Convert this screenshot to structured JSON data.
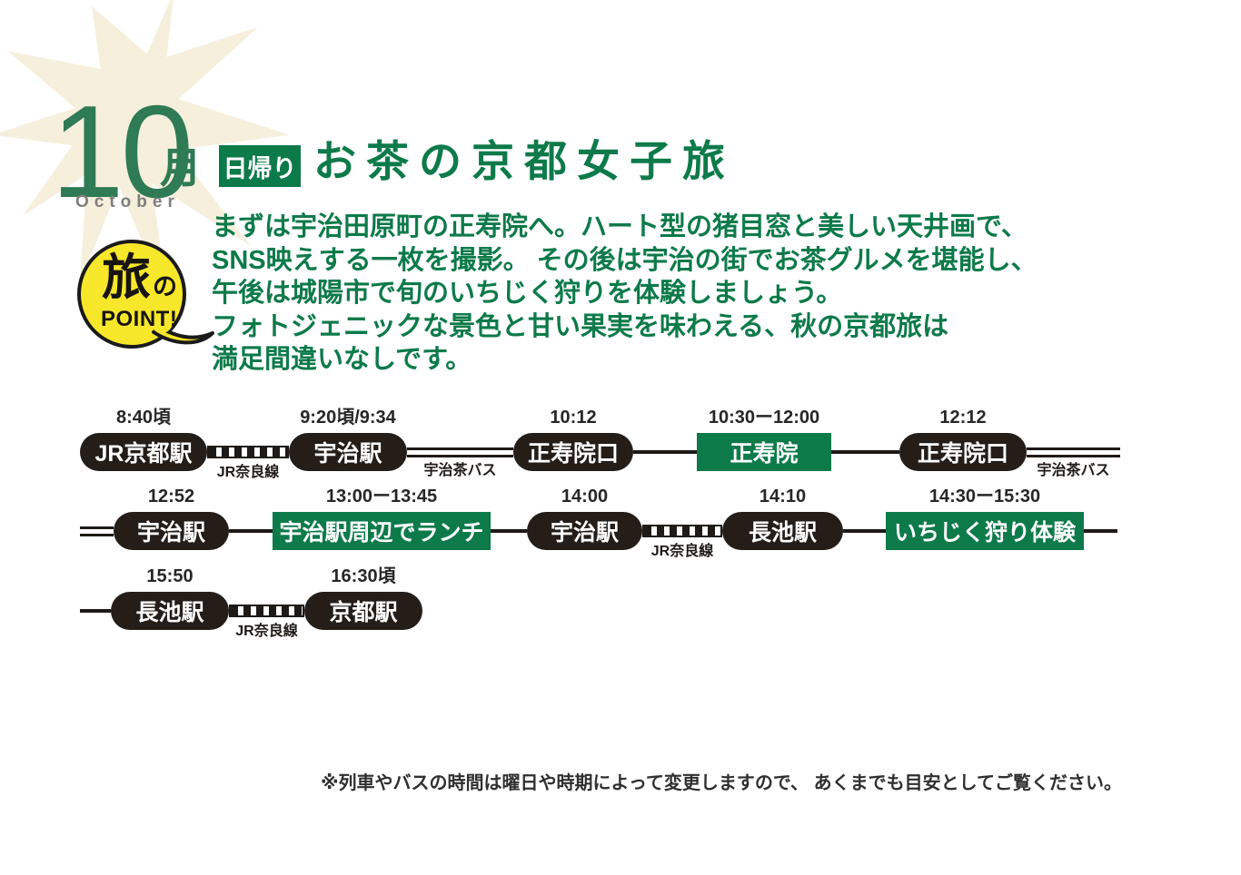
{
  "header": {
    "month_number": "10",
    "month_kanji": "月",
    "month_english": "October",
    "trip_type_badge": "日帰り",
    "title": "お茶の京都女子旅"
  },
  "point_bubble": {
    "large_kanji": "旅",
    "particle": "の",
    "point_text": "POINT!"
  },
  "description": {
    "lines": [
      "まずは宇治田原町の正寿院へ。ハート型の猪目窓と美しい天井画で、",
      "SNS映えする一枚を撮影。 その後は宇治の街でお茶グルメを堪能し、",
      "午後は城陽市で旬のいちじく狩りを体験しましょう。",
      "フォトジェニックな景色と甘い果実を味わえる、秋の京都旅は",
      "満足間違いなしです。"
    ]
  },
  "itinerary": {
    "rows": [
      {
        "segments": [
          {
            "kind": "stop",
            "shape": "pill",
            "name": "JR京都駅",
            "time": "8:40頃"
          },
          {
            "kind": "link",
            "style": "railway",
            "label": "JR奈良線"
          },
          {
            "kind": "stop",
            "shape": "pill",
            "name": "宇治駅",
            "time": "9:20頃/9:34"
          },
          {
            "kind": "link",
            "style": "double",
            "label": "宇治茶バス"
          },
          {
            "kind": "stop",
            "shape": "pill",
            "name": "正寿院口",
            "time": "10:12"
          },
          {
            "kind": "link",
            "style": "solid"
          },
          {
            "kind": "stop",
            "shape": "box",
            "name": "正寿院",
            "time": "10:30ー12:00"
          },
          {
            "kind": "link",
            "style": "solid"
          },
          {
            "kind": "stop",
            "shape": "pill",
            "name": "正寿院口",
            "time": "12:12"
          },
          {
            "kind": "link",
            "style": "double",
            "label": "宇治茶バス"
          }
        ]
      },
      {
        "segments": [
          {
            "kind": "link",
            "style": "double"
          },
          {
            "kind": "stop",
            "shape": "pill",
            "name": "宇治駅",
            "time": "12:52"
          },
          {
            "kind": "link",
            "style": "solid"
          },
          {
            "kind": "stop",
            "shape": "box",
            "name": "宇治駅周辺でランチ",
            "time": "13:00ー13:45"
          },
          {
            "kind": "link",
            "style": "solid"
          },
          {
            "kind": "stop",
            "shape": "pill",
            "name": "宇治駅",
            "time": "14:00"
          },
          {
            "kind": "link",
            "style": "railway",
            "label": "JR奈良線"
          },
          {
            "kind": "stop",
            "shape": "pill",
            "name": "長池駅",
            "time": "14:10"
          },
          {
            "kind": "link",
            "style": "solid"
          },
          {
            "kind": "stop",
            "shape": "box",
            "name": "いちじく狩り体験",
            "time": "14:30ー15:30"
          },
          {
            "kind": "link",
            "style": "solid"
          }
        ]
      },
      {
        "segments": [
          {
            "kind": "link",
            "style": "solid"
          },
          {
            "kind": "stop",
            "shape": "pill",
            "name": "長池駅",
            "time": "15:50"
          },
          {
            "kind": "link",
            "style": "railway",
            "label": "JR奈良線"
          },
          {
            "kind": "stop",
            "shape": "pill",
            "name": "京都駅",
            "time": "16:30頃"
          }
        ]
      }
    ]
  },
  "footer": {
    "note": "※列車やバスの時間は曜日や時期によって変更しますので、 あくまでも目安としてご覧ください。"
  },
  "colors": {
    "brand_green": "#0d7a4a",
    "month_green": "#2e7b55",
    "pill_black": "#241d18",
    "line_black": "#1e1a17",
    "leaf_cream": "#f5efdc",
    "bubble_yellow": "#f6e72b",
    "october_gray": "#7e7e7e",
    "text_dark": "#262626"
  }
}
